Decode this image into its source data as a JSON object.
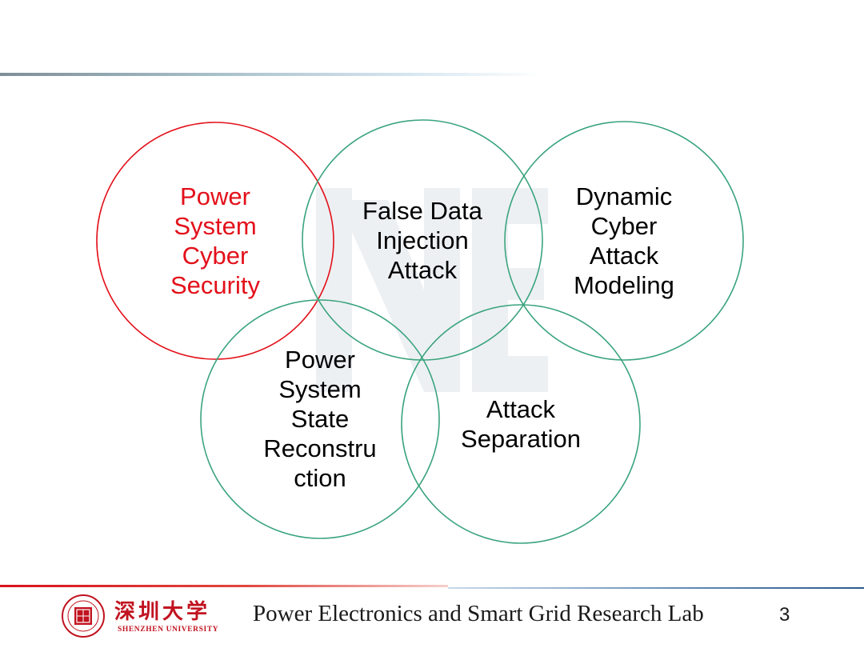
{
  "diagram": {
    "circles": [
      {
        "id": "cyber-security",
        "label": "Power\nSystem\nCyber\nSecurity",
        "highlighted": true
      },
      {
        "id": "false-data-injection",
        "label": "False Data\nInjection\nAttack",
        "highlighted": false
      },
      {
        "id": "dynamic-modeling",
        "label": "Dynamic\nCyber\nAttack\nModeling",
        "highlighted": false
      },
      {
        "id": "state-reconstruction",
        "label": "Power\nSystem\nState\nReconstru\nction",
        "highlighted": false
      },
      {
        "id": "attack-separation",
        "label": "Attack\nSeparation",
        "highlighted": false
      }
    ]
  },
  "footer": {
    "university_cn": "深圳大学",
    "university_en": "SHENZHEN UNIVERSITY",
    "lab_name": "Power Electronics and Smart Grid Research Lab",
    "page_number": "3"
  },
  "colors": {
    "highlight_red": "#e3101a",
    "circle_green": "#3aa47d",
    "university_red": "#c1121f"
  }
}
